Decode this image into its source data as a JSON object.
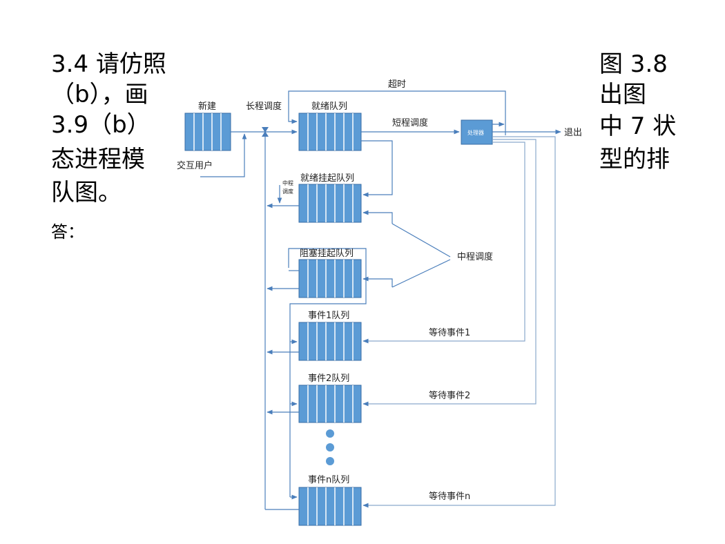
{
  "left_text": [
    "3.4 请仿照",
    "（b），画",
    "3.9（b）",
    "态进程模",
    "队图。"
  ],
  "answer_label": "答：",
  "right_text": [
    "图 3.8",
    "出图",
    "中 7 状",
    "型的排"
  ],
  "diagram": {
    "new_label": "新建",
    "long_term_label": "长程调度",
    "ready_queue_label": "就绪队列",
    "timeout_label": "超时",
    "short_term_label": "短程调度",
    "processor_label": "处理器",
    "exit_label": "退出",
    "interactive_label": "交互用户",
    "ready_suspend_label": "就绪挂起队列",
    "mid_small_label_1": "中程",
    "mid_small_label_2": "调度",
    "blocked_suspend_label": "阻塞挂起队列",
    "mid_term_label": "中程调度",
    "event1_queue_label": "事件1队列",
    "event1_wait_label": "等待事件1",
    "event2_queue_label": "事件2队列",
    "event2_wait_label": "等待事件2",
    "eventn_queue_label": "事件n队列",
    "eventn_wait_label": "等待事件n"
  }
}
